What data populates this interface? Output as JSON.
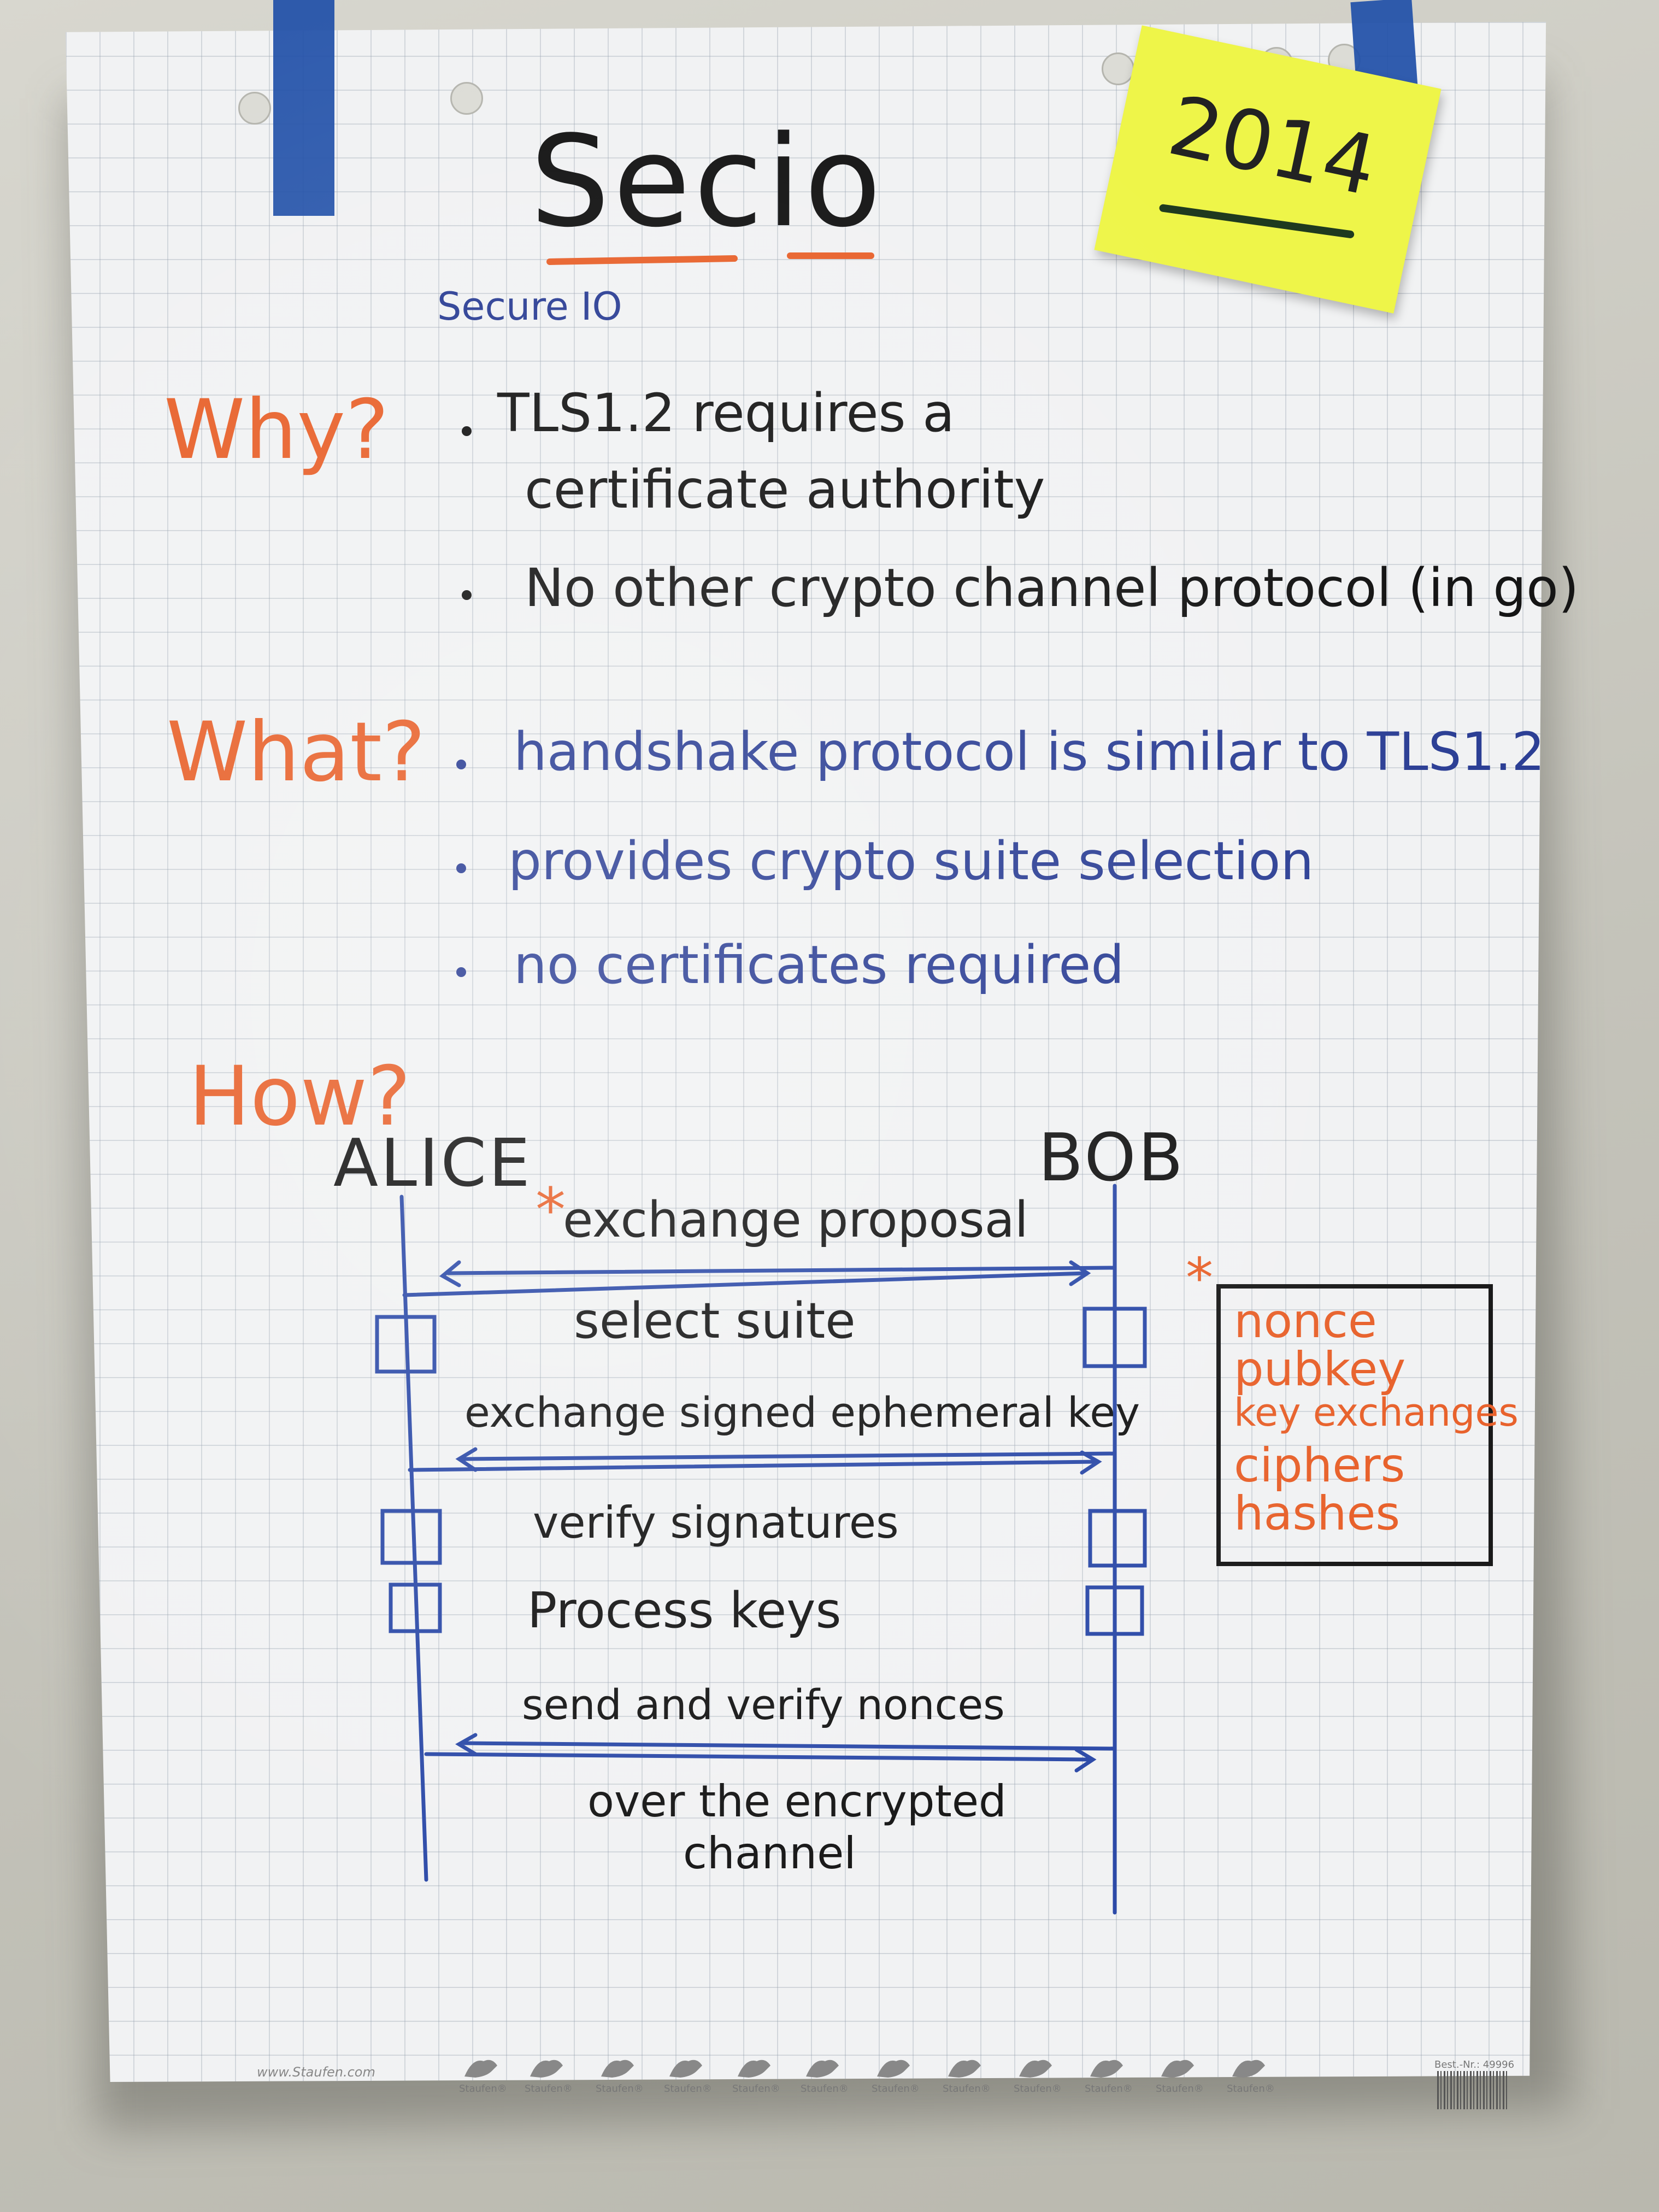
{
  "sticky_note": {
    "text": "2014"
  },
  "title": {
    "text": "Secio",
    "subtitle": "Secure IO"
  },
  "why": {
    "heading": "Why?",
    "bullets": [
      "TLS1.2 requires a",
      "certificate authority",
      "No other crypto channel protocol (in go)"
    ]
  },
  "what": {
    "heading": "What?",
    "bullets": [
      "handshake protocol is similar to TLS1.2",
      "provides crypto suite selection",
      "no certificates required"
    ]
  },
  "how": {
    "heading": "How?",
    "alice": "ALICE",
    "bob": "BOB",
    "star": "*",
    "messages": [
      "exchange proposal",
      "select suite",
      "exchange signed ephemeral key",
      "verify signatures",
      "Process keys",
      "send and verify nonces",
      "over the encrypted",
      "channel"
    ],
    "legend": [
      "nonce",
      "pubkey",
      "key exchanges",
      "ciphers",
      "hashes"
    ]
  },
  "footer": {
    "url": "www.Staufen.com",
    "brand": "Staufen®",
    "article": "Best.-Nr.: 49996"
  },
  "colors": {
    "orange": "#e8622c",
    "blue": "#2c3f95",
    "black": "#151515",
    "tape": "#1f4fa8",
    "sticky": "#eef549"
  }
}
